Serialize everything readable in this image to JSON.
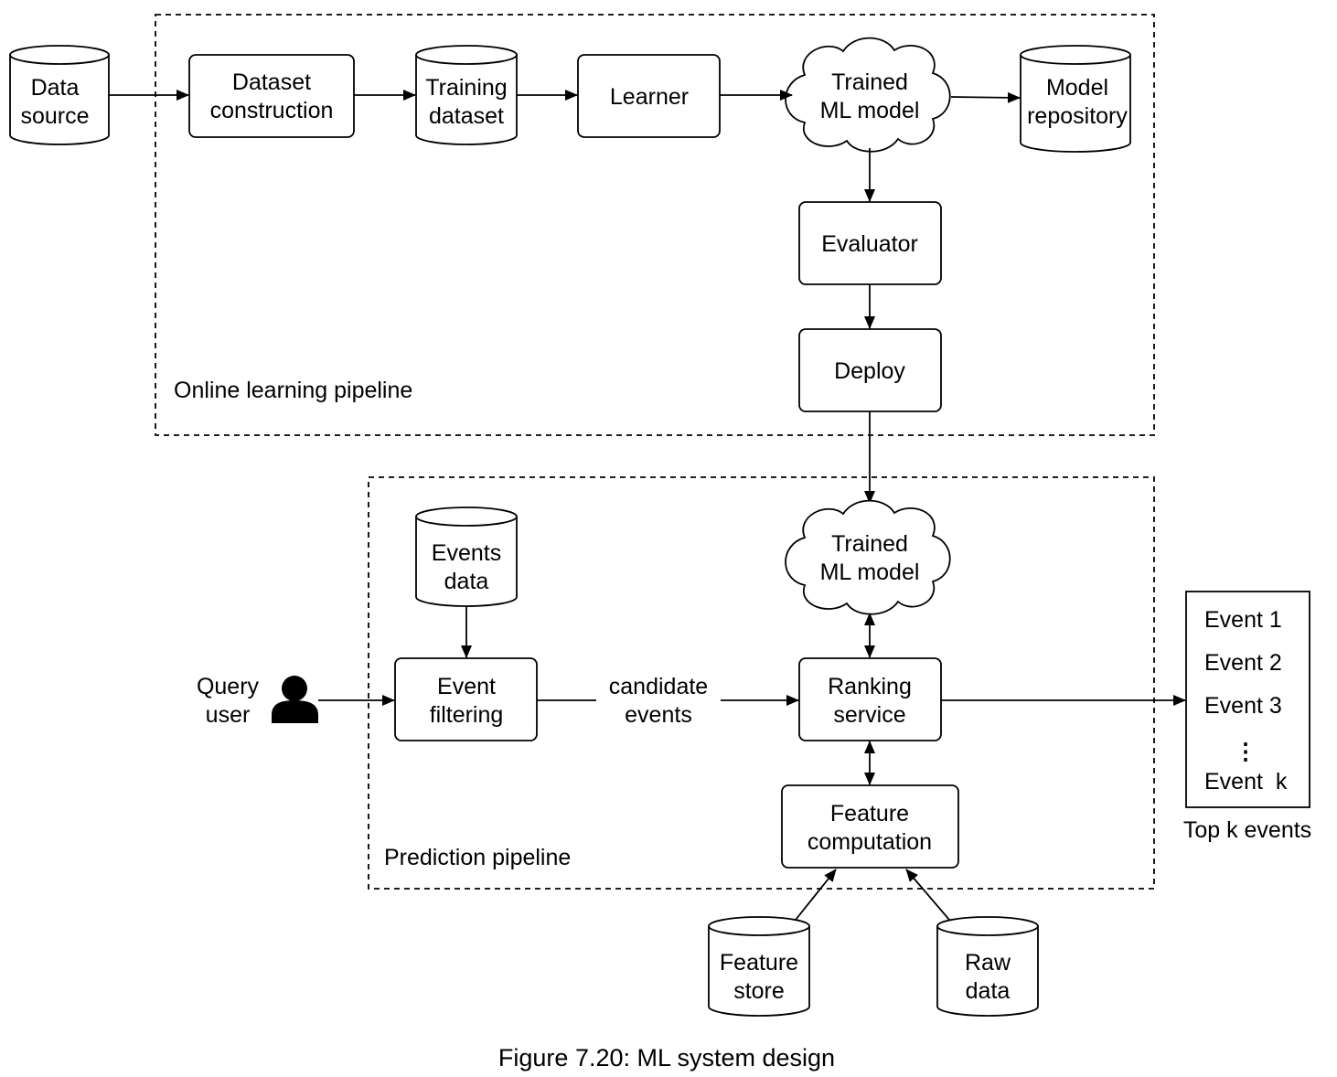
{
  "caption": "Figure 7.20: ML system design",
  "online_pipeline": {
    "label": "Online learning pipeline",
    "data_source": [
      "Data",
      "source"
    ],
    "dataset_construction": [
      "Dataset",
      "construction"
    ],
    "training_dataset": [
      "Training",
      "dataset"
    ],
    "learner": "Learner",
    "trained_model": [
      "Trained",
      "ML model"
    ],
    "model_repository": [
      "Model",
      "repository"
    ],
    "evaluator": "Evaluator",
    "deploy": "Deploy"
  },
  "prediction_pipeline": {
    "label": "Prediction pipeline",
    "query_user": [
      "Query",
      "user"
    ],
    "events_data": [
      "Events",
      "data"
    ],
    "event_filtering": [
      "Event",
      "filtering"
    ],
    "candidate_events": [
      "candidate",
      "events"
    ],
    "trained_model": [
      "Trained",
      "ML model"
    ],
    "ranking_service": [
      "Ranking",
      "service"
    ],
    "feature_computation": [
      "Feature",
      "computation"
    ],
    "feature_store": [
      "Feature",
      "store"
    ],
    "raw_data": [
      "Raw",
      "data"
    ]
  },
  "output": {
    "events": [
      "Event 1",
      "Event 2",
      "Event 3",
      "Event  k"
    ],
    "ellipsis": "⋮",
    "label": "Top k events"
  },
  "icons": {
    "user": "user-icon"
  }
}
